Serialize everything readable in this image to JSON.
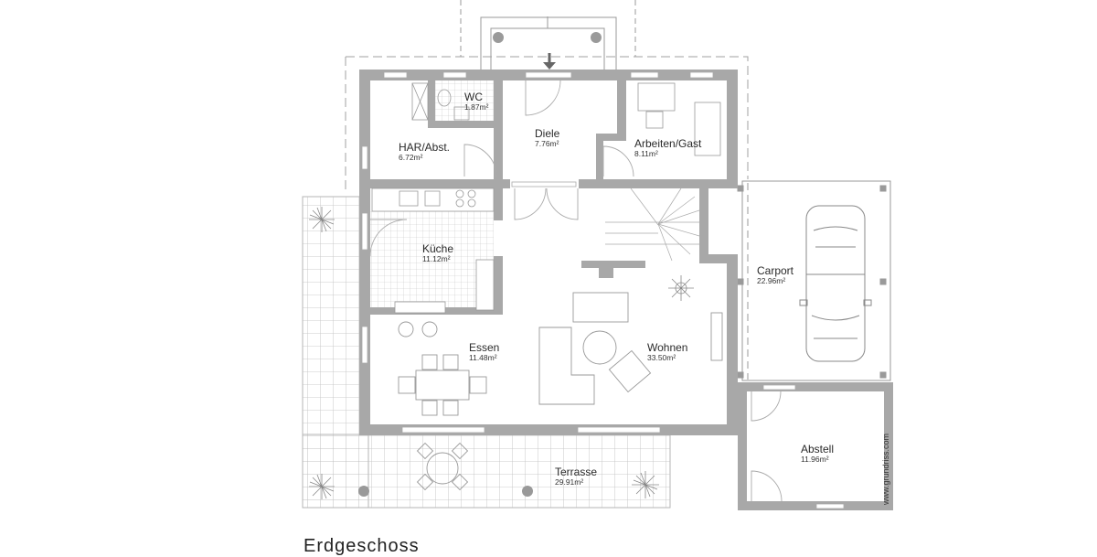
{
  "plan": {
    "title": "Erdgeschoss",
    "watermark": "www.grundriss.com",
    "wall_color": "#a8a8a8",
    "line_color": "#9a9a9a",
    "rooms": [
      {
        "id": "wc",
        "name": "WC",
        "area": "1.87m²"
      },
      {
        "id": "har",
        "name": "HAR/Abst.",
        "area": "6.72m²"
      },
      {
        "id": "diele",
        "name": "Diele",
        "area": "7.76m²"
      },
      {
        "id": "arbeiten",
        "name": "Arbeiten/Gast",
        "area": "8.11m²"
      },
      {
        "id": "kueche",
        "name": "Küche",
        "area": "11.12m²"
      },
      {
        "id": "carport",
        "name": "Carport",
        "area": "22.96m²"
      },
      {
        "id": "essen",
        "name": "Essen",
        "area": "11.48m²"
      },
      {
        "id": "wohnen",
        "name": "Wohnen",
        "area": "33.50m²"
      },
      {
        "id": "abstell",
        "name": "Abstell",
        "area": "11.96m²"
      },
      {
        "id": "terrasse",
        "name": "Terrasse",
        "area": "29.91m²"
      }
    ]
  }
}
